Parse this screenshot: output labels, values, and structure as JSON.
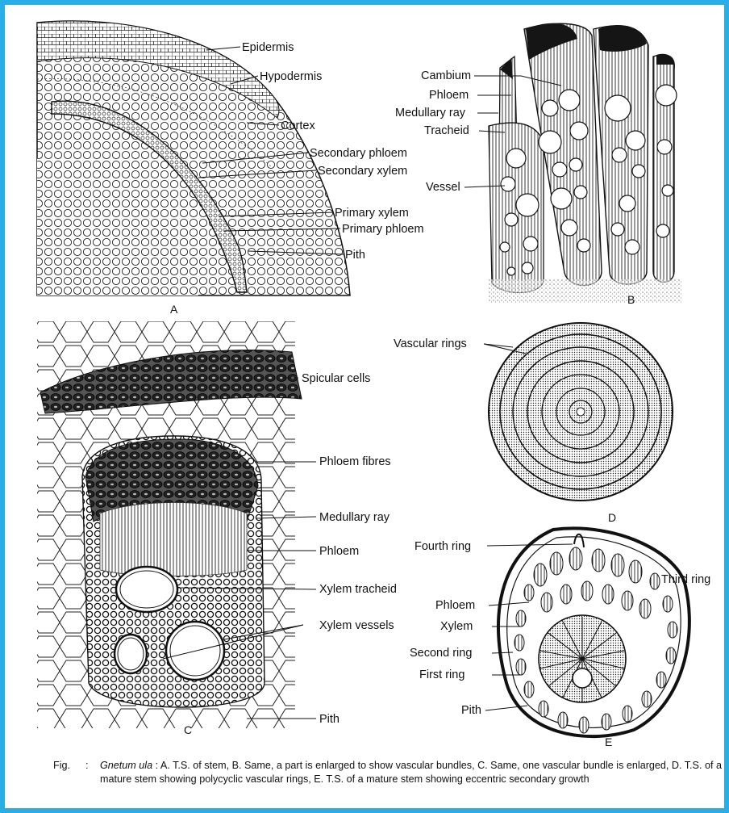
{
  "panels": {
    "A": {
      "letter": "A",
      "labels": [
        "Epidermis",
        "Hypodermis",
        "Cortex",
        "Secondary phloem",
        "Secondary xylem",
        "Primary xylem",
        "Primary phloem",
        "Pith"
      ]
    },
    "B": {
      "letter": "B",
      "labels": [
        "Cambium",
        "Phloem",
        "Medullary ray",
        "Tracheid",
        "Vessel"
      ]
    },
    "C": {
      "letter": "C",
      "labels": [
        "Spicular cells",
        "Phloem fibres",
        "Medullary ray",
        "Phloem",
        "Xylem tracheid",
        "Xylem vessels",
        "Pith"
      ]
    },
    "D": {
      "letter": "D",
      "labels": [
        "Vascular rings"
      ]
    },
    "E": {
      "letter": "E",
      "labels": [
        "Fourth ring",
        "Third ring",
        "Phloem",
        "Xylem",
        "Second ring",
        "First ring",
        "Pith"
      ]
    }
  },
  "caption": {
    "prefix": "Fig.",
    "separator": ":",
    "genus": "Gnetum ula",
    "text": " : A. T.S. of stem, B. Same, a part is enlarged to show vascular bundles, C. Same, one vascular bundle is enlarged, D. T.S. of a mature stem showing polycyclic vascular rings, E. T.S. of a mature stem showing eccentric secondary growth"
  },
  "colors": {
    "frame": "#29aee6",
    "ink": "#111111"
  }
}
